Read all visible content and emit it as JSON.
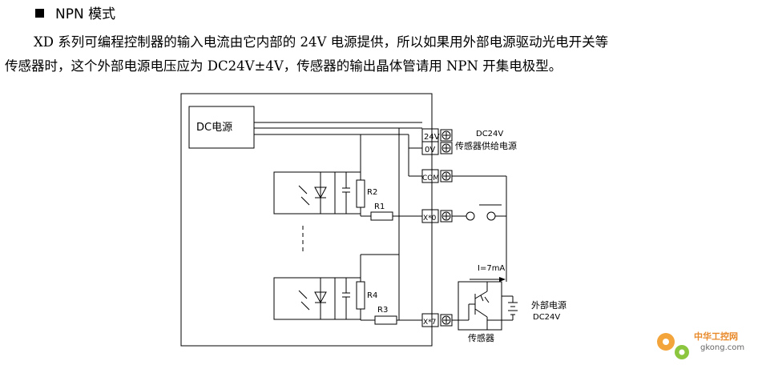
{
  "heading": {
    "title": "NPN 模式"
  },
  "paragraph": {
    "line1": "XD 系列可编程控制器的输入电流由它内部的 24V 电源提供，所以如果用外部电源驱动光电开关等",
    "line2": "传感器时，这个外部电源电压应为 DC24V±4V，传感器的输出晶体管请用 NPN 开集电极型。"
  },
  "diagram": {
    "power_block": "DC电源",
    "terminals": {
      "t24v": "24V",
      "t0v": "0V",
      "com": "COM",
      "x0": "X*0",
      "x7": "X*7"
    },
    "supply_note": {
      "line1": "DC24V",
      "line2": "传感器供给电源"
    },
    "resistors": {
      "r1": "R1",
      "r2": "R2",
      "r3": "R3",
      "r4": "R4"
    },
    "current": "I=7mA",
    "external_supply": {
      "line1": "外部电源",
      "line2": "DC24V"
    },
    "sensor": "传感器"
  },
  "watermark": {
    "cn": "中华工控网",
    "url": "gkong.com"
  }
}
